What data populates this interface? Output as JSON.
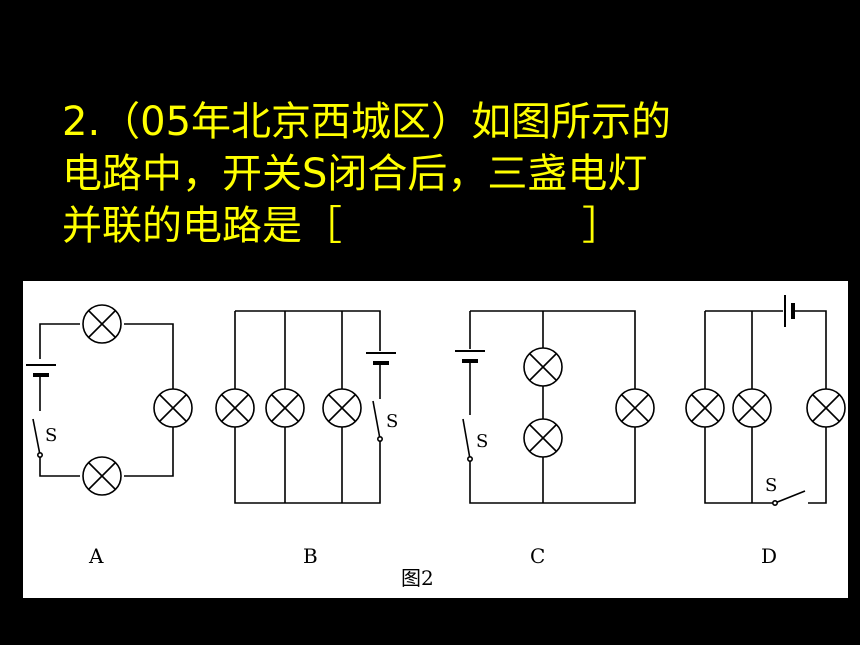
{
  "question": {
    "line1": "2.（05年北京西城区）如图所示的",
    "line2": "电路中，开关S闭合后，三盏电灯",
    "line3": "并联的电路是［　　　　　　］"
  },
  "figure": {
    "caption": "图2",
    "switch_label": "S",
    "options": [
      "A",
      "B",
      "C",
      "D"
    ]
  },
  "colors": {
    "background": "#000000",
    "text": "#ffff00",
    "figure_bg": "#ffffff"
  }
}
